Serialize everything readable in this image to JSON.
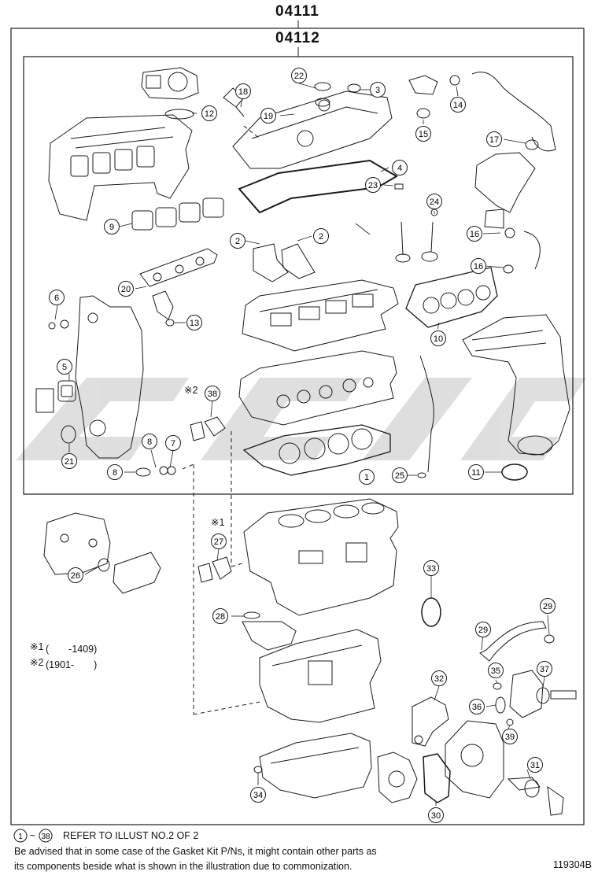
{
  "header": {
    "kit_code_outer": "04111",
    "kit_code_inner": "04112"
  },
  "notes": {
    "note1_mark": "※1",
    "note1_range": "(　　-1409)",
    "note2_mark": "※2",
    "note2_range": "(1901-　　)",
    "mark1": "※1",
    "mark2": "※2"
  },
  "callouts": [
    "1",
    "2",
    "2",
    "3",
    "4",
    "5",
    "6",
    "7",
    "8",
    "8",
    "9",
    "10",
    "11",
    "12",
    "13",
    "14",
    "15",
    "16",
    "16",
    "17",
    "18",
    "19",
    "20",
    "21",
    "22",
    "23",
    "24",
    "25",
    "26",
    "27",
    "28",
    "29",
    "29",
    "30",
    "31",
    "32",
    "33",
    "34",
    "35",
    "36",
    "37",
    "38",
    "39"
  ],
  "footer": {
    "range_start": "1",
    "range_end": "38",
    "ref_text": "REFER TO ILLUST NO.2 OF 2",
    "advisory_line1": "Be advised that in some case of the Gasket Kit P/Ns,  it might contain other parts as",
    "advisory_line2": "its components beside what is shown in the illustration due to commonization.",
    "diagram_number": "119304B"
  },
  "colors": {
    "line": "#1a1a1a",
    "watermark": "#d9d9d9"
  }
}
